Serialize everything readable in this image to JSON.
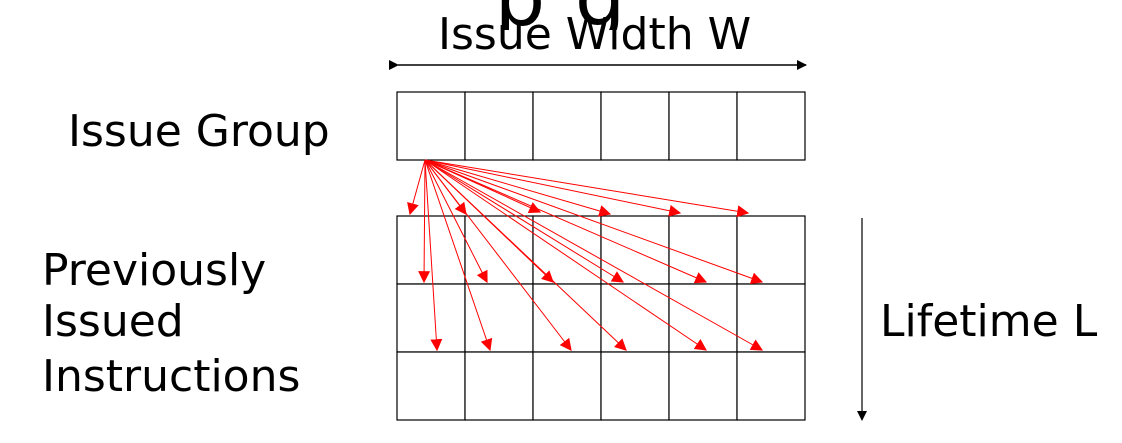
{
  "slide": {
    "title_partial": "p                                                      g"
  },
  "labels": {
    "issue_width": "Issue Width W",
    "issue_group": "Issue Group",
    "previously_issued": [
      "Previously",
      "Issued",
      "Instructions"
    ],
    "lifetime": "Lifetime L"
  },
  "colors": {
    "grid": "#000000",
    "dependency_arrows": "#ff0000"
  },
  "diagram": {
    "issue_group_slots": 6,
    "prior_rows": 3,
    "prior_columns": 6
  }
}
